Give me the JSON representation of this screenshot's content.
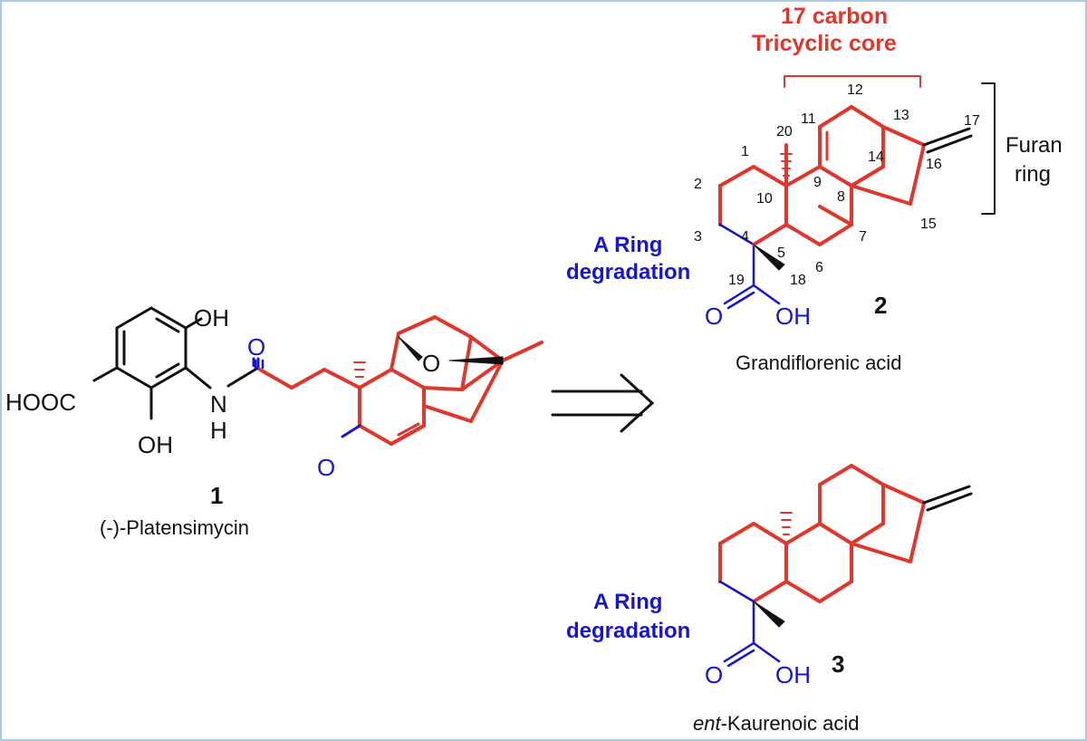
{
  "colors": {
    "red": "#e0362c",
    "blue": "#1515d4",
    "black": "#111111",
    "frame": "#a9cce3"
  },
  "compound1": {
    "number": "1",
    "name": "(-)-Platensimycin",
    "oh_top": "OH",
    "oh_bottom": "OH",
    "cooh": "HOOC",
    "amide_n": "N",
    "amide_h": "H",
    "carbonyl_o": "O",
    "ketone_o": "O",
    "ether_o": "O"
  },
  "compound2": {
    "number": "2",
    "name": "Grandiflorenic acid",
    "core_label_line1": "17 carbon",
    "core_label_line2": "Tricyclic core",
    "furan_line1": "Furan",
    "furan_line2": "ring",
    "aring_line1": "A Ring",
    "aring_line2": "degradation",
    "acid_o": "O",
    "acid_oh": "OH",
    "atoms": [
      "1",
      "2",
      "3",
      "4",
      "5",
      "6",
      "7",
      "8",
      "9",
      "10",
      "11",
      "12",
      "13",
      "14",
      "15",
      "16",
      "17",
      "18",
      "19",
      "20"
    ]
  },
  "compound3": {
    "number": "3",
    "name_prefix": "ent",
    "name_rest": "-Kaurenoic acid",
    "aring_line1": "A Ring",
    "aring_line2": "degradation",
    "acid_o": "O",
    "acid_oh": "OH"
  }
}
